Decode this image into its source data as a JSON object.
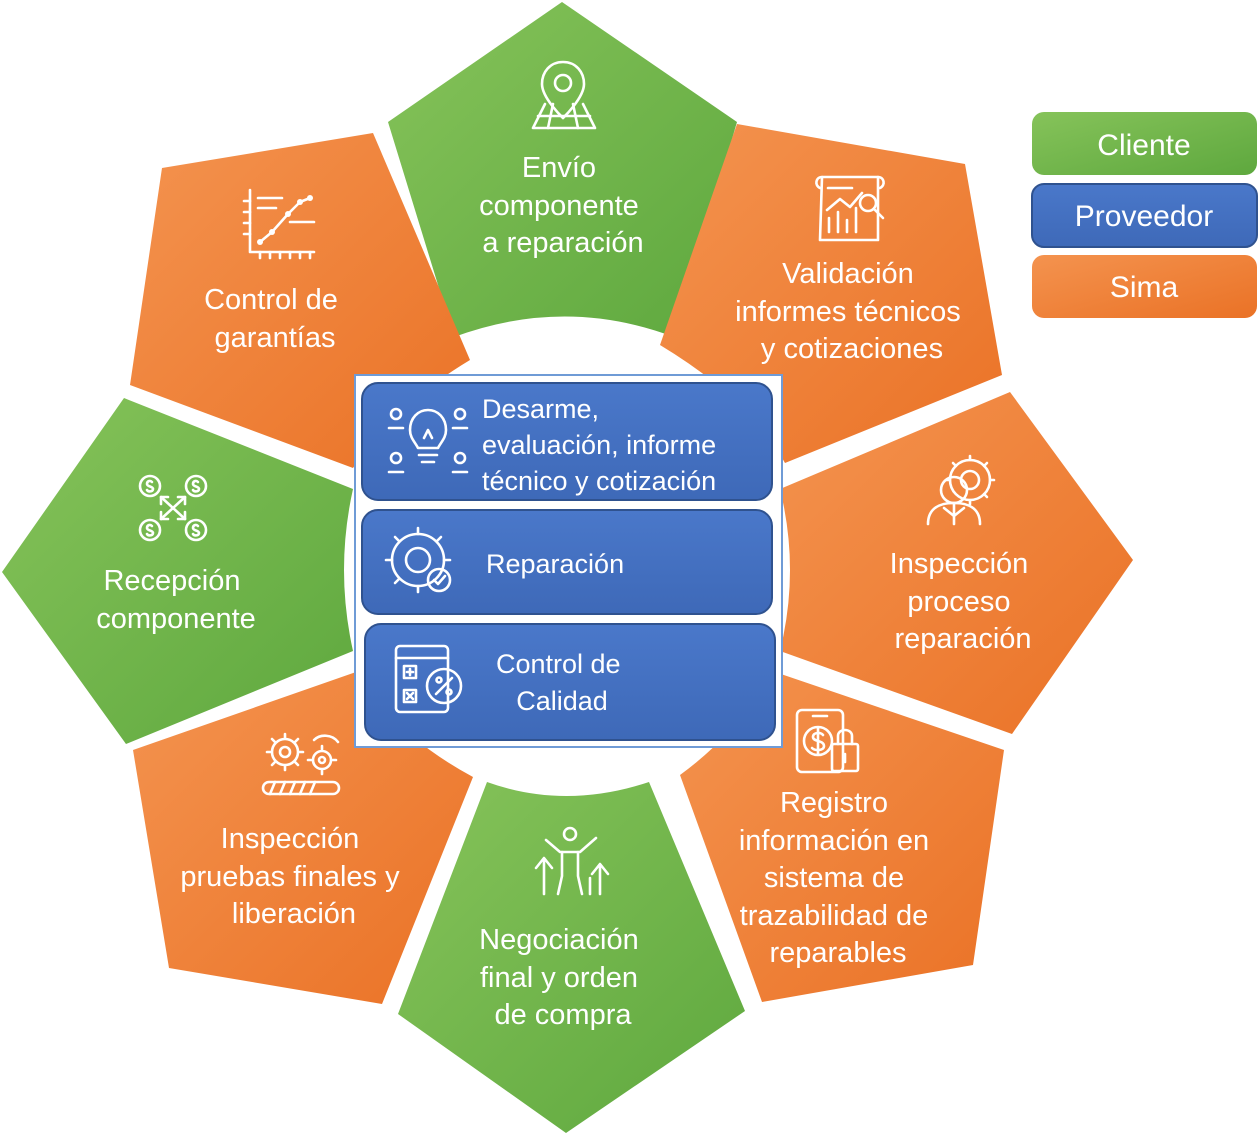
{
  "colors": {
    "cliente": "#6AB04C",
    "cliente_light": "#7CBF52",
    "proveedor": "#4472C4",
    "proveedor_dark": "#2F528F",
    "sima": "#EE7B30",
    "sima_light": "#F38A44"
  },
  "legend": {
    "cliente": "Cliente",
    "proveedor": "Proveedor",
    "sima": "Sima"
  },
  "segments": [
    {
      "role": "cliente",
      "icon": "map-pin-icon",
      "lines": [
        "Envío",
        "componente",
        "a reparación"
      ]
    },
    {
      "role": "sima",
      "icon": "report-chart-icon",
      "lines": [
        "Validación",
        "informes técnicos",
        "y cotizaciones"
      ]
    },
    {
      "role": "sima",
      "icon": "inspector-gear-icon",
      "lines": [
        "Inspección",
        "proceso",
        "reparación"
      ]
    },
    {
      "role": "sima",
      "icon": "tablet-dollar-lock-icon",
      "lines": [
        "Registro",
        "información en",
        "sistema de",
        "trazabilidad de",
        "reparables"
      ]
    },
    {
      "role": "cliente",
      "icon": "person-growth-arrows-icon",
      "lines": [
        "Negociación",
        "final y orden",
        "de compra"
      ]
    },
    {
      "role": "sima",
      "icon": "gears-progress-icon",
      "lines": [
        "Inspección",
        "pruebas finales y",
        "liberación"
      ]
    },
    {
      "role": "cliente",
      "icon": "money-exchange-icon",
      "lines": [
        "Recepción",
        "componente"
      ]
    },
    {
      "role": "sima",
      "icon": "line-graph-icon",
      "lines": [
        "Control de",
        "garantías"
      ]
    }
  ],
  "center_steps": [
    {
      "icon": "idea-team-icon",
      "lines": [
        "Desarme,",
        "evaluación, informe",
        "técnico y cotización"
      ]
    },
    {
      "icon": "gear-check-icon",
      "lines": [
        "Reparación"
      ]
    },
    {
      "icon": "calculator-percent-icon",
      "lines": [
        "Control de",
        "Calidad"
      ]
    }
  ]
}
